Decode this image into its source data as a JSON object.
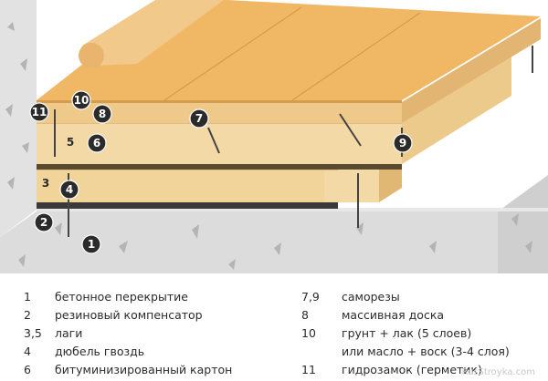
{
  "diagram": {
    "callouts": {
      "c1": "1",
      "c2": "2",
      "c3": "3",
      "c4": "4",
      "c5": "5",
      "c6": "6",
      "c7": "7",
      "c8": "8",
      "c9": "9",
      "c10": "10",
      "c11": "11"
    }
  },
  "legend": {
    "left": [
      {
        "num": "1",
        "text": "бетонное перекрытие"
      },
      {
        "num": "2",
        "text": "резиновый компенсатор"
      },
      {
        "num": "3,5",
        "text": "лаги"
      },
      {
        "num": "4",
        "text": "дюбель гвоздь"
      },
      {
        "num": "6",
        "text": "битуминизированный картон"
      }
    ],
    "right": [
      {
        "num": "7,9",
        "text": "саморезы"
      },
      {
        "num": "8",
        "text": "массивная доска"
      },
      {
        "num": "10",
        "text": "грунт + лак (5 слоев)"
      },
      {
        "num": "",
        "text": "или масло + воск (3-4 слоя)"
      },
      {
        "num": "11",
        "text": "гидрозамок (герметик)"
      }
    ]
  },
  "watermark": "RusStroyka.com",
  "colors": {
    "wall": "#e2e2e2",
    "concrete": "#d9d9d9",
    "lag": "#f3d9a6",
    "plank_top": "#f0b865",
    "plank_side": "#efc98a",
    "callout": "#2b2b2b"
  }
}
